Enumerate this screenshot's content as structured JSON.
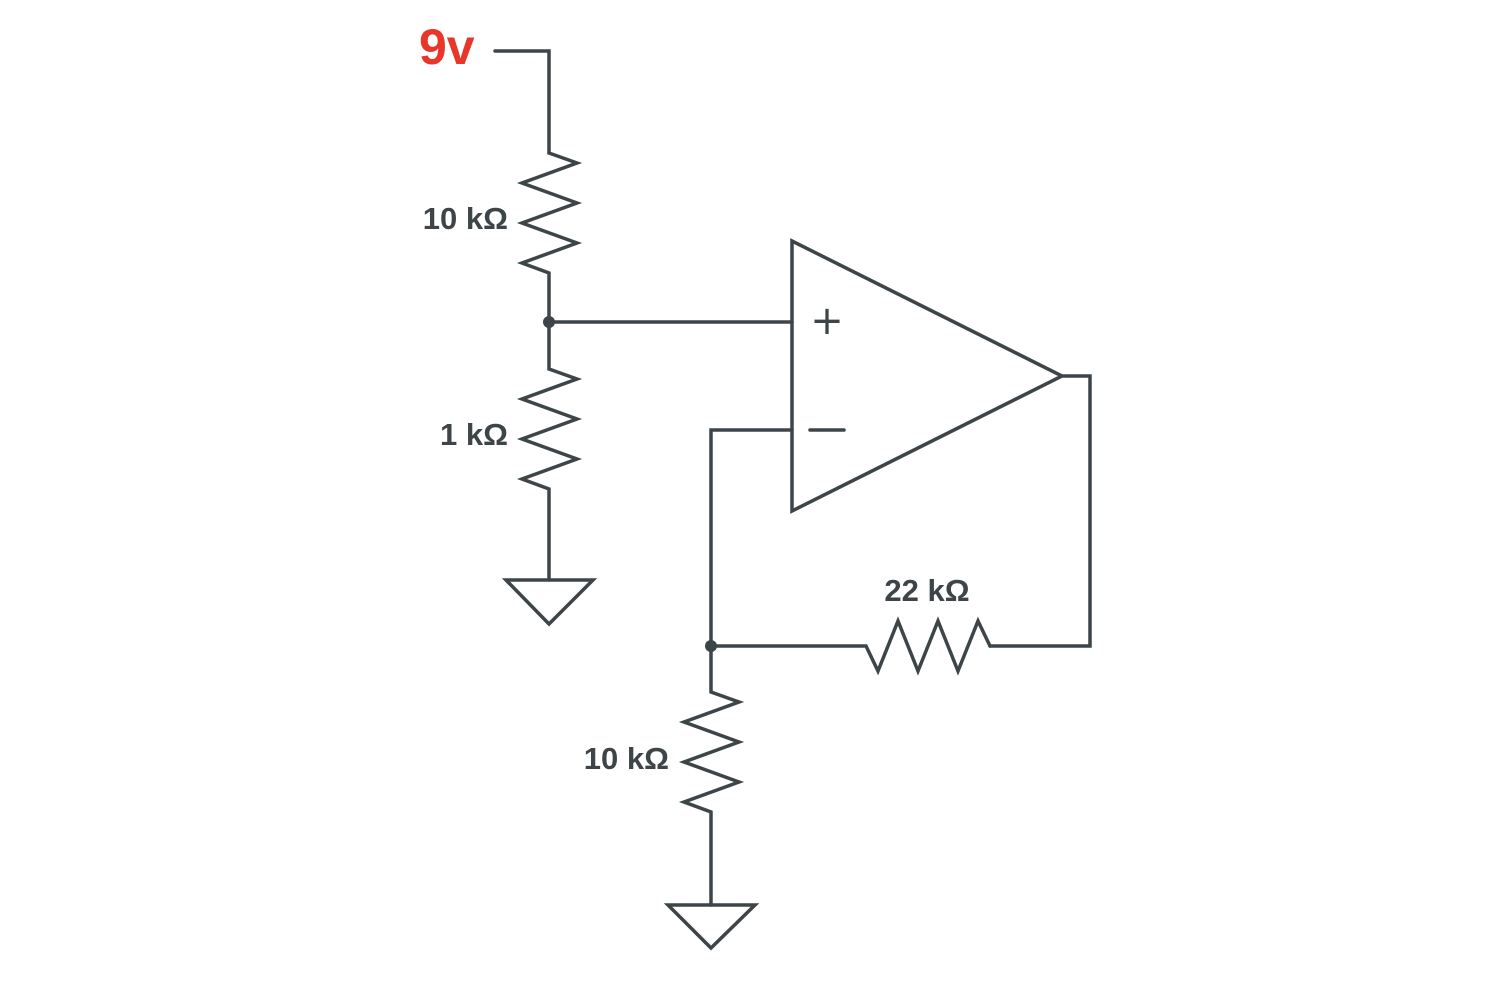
{
  "source": {
    "label": "9v",
    "color": "#e8372a"
  },
  "components": {
    "r_top": {
      "label": "10 kΩ"
    },
    "r_bottom": {
      "label": "1 kΩ"
    },
    "r_feedback": {
      "label": "22 kΩ"
    },
    "r_ground": {
      "label": "10 kΩ"
    }
  },
  "opamp": {
    "plus_symbol": "+",
    "minus_symbol": "−"
  },
  "colors": {
    "wire": "#3d4548"
  }
}
